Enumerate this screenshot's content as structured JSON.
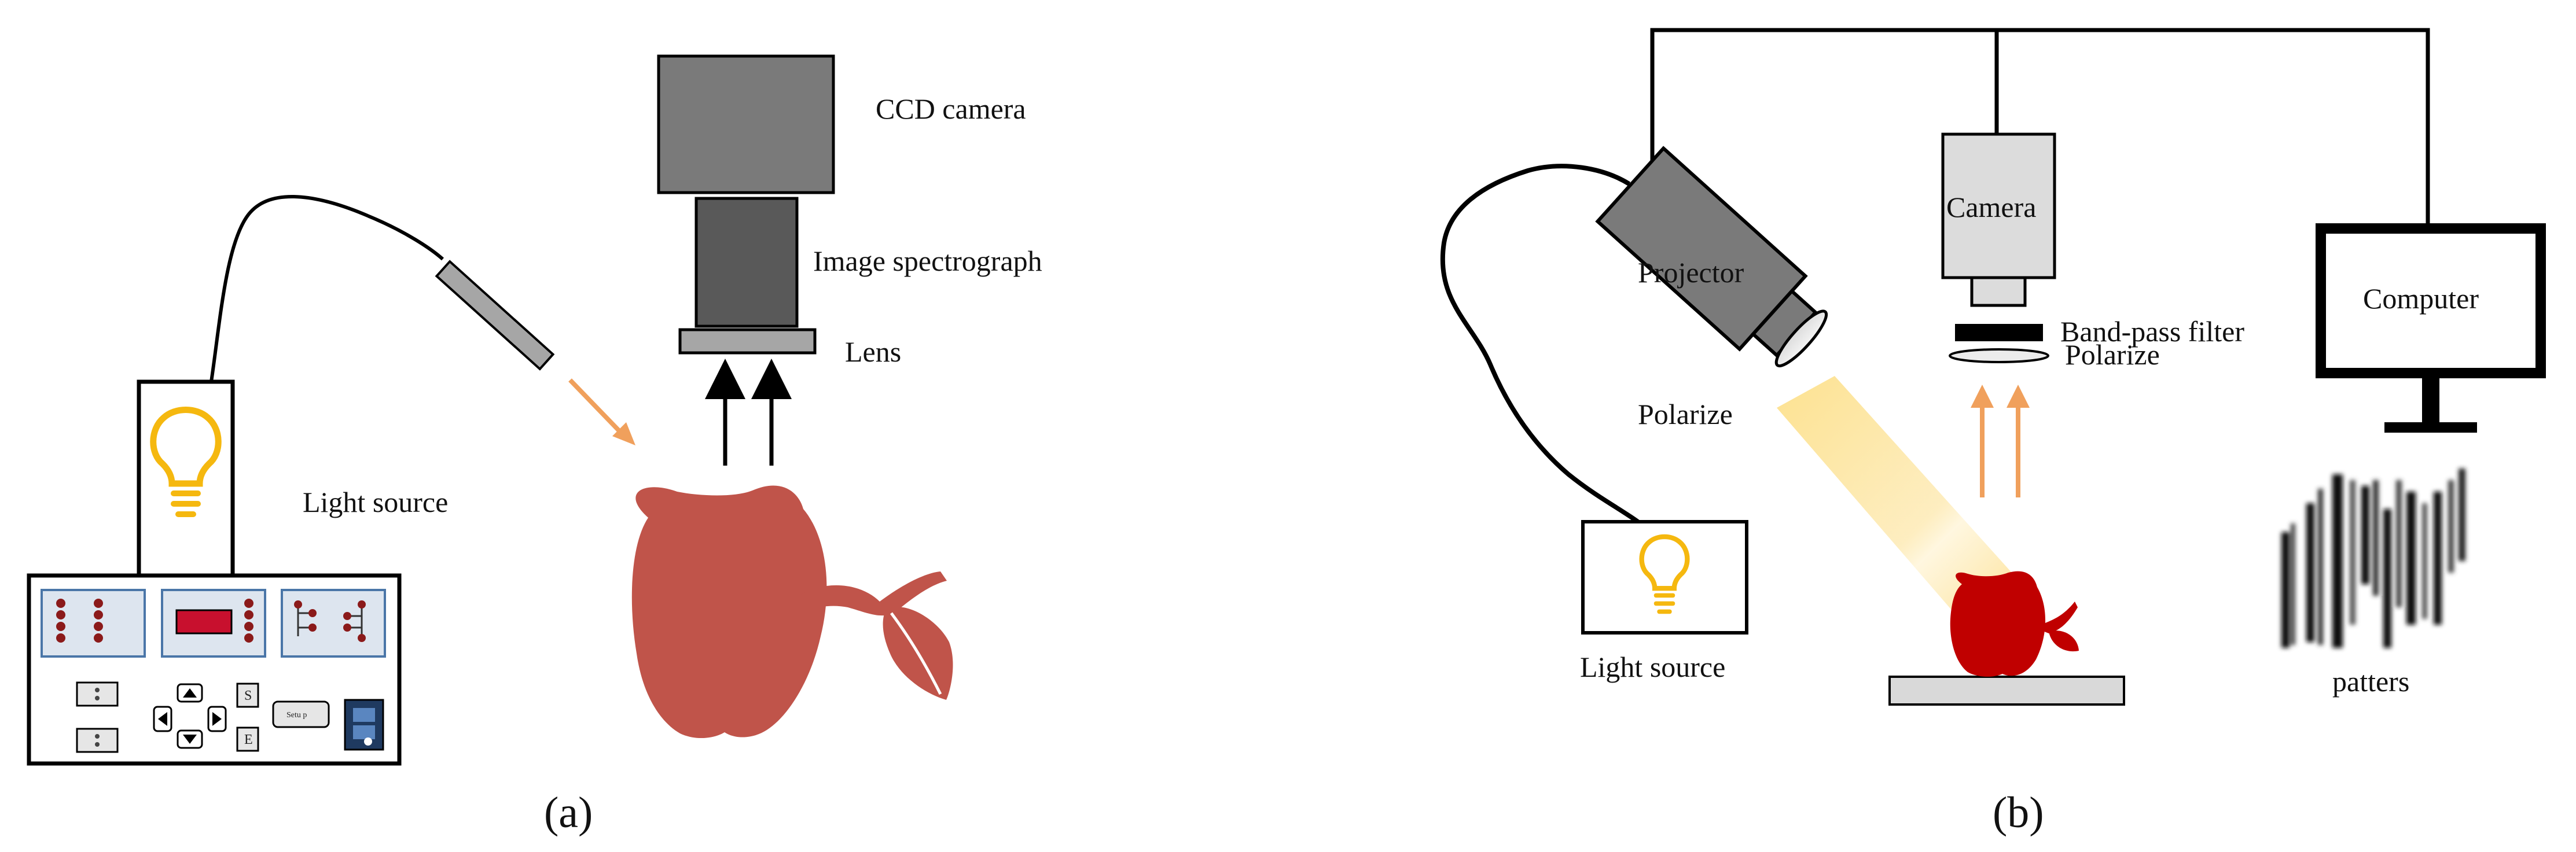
{
  "panel_a": {
    "label": "(a)",
    "ccd_camera": "CCD camera",
    "spectrograph": "Image spectrograph",
    "lens": "Lens",
    "light_source": "Light source",
    "controller": {
      "setup_button": "Setu p",
      "s_key": "S",
      "e_key": "E"
    },
    "colors": {
      "apple": "#c0544a",
      "arrow": "#f0a05c",
      "bulb": "#f5b80f",
      "display": "#c8102e",
      "panel_fill": "#dde5ef",
      "panel_border": "#4a76a8"
    }
  },
  "panel_b": {
    "label": "(b)",
    "projector": "Projector",
    "polarize_left": "Polarize",
    "camera": "Camera",
    "bandpass_filter": "Band-pass filter",
    "polarize_right": "Polarize",
    "computer": "Computer",
    "light_source": "Light source",
    "patterns": "patters",
    "colors": {
      "apple": "#c00000",
      "arrow": "#f0a05c",
      "beam": "#fde49a",
      "bulb": "#f5b80f"
    }
  }
}
